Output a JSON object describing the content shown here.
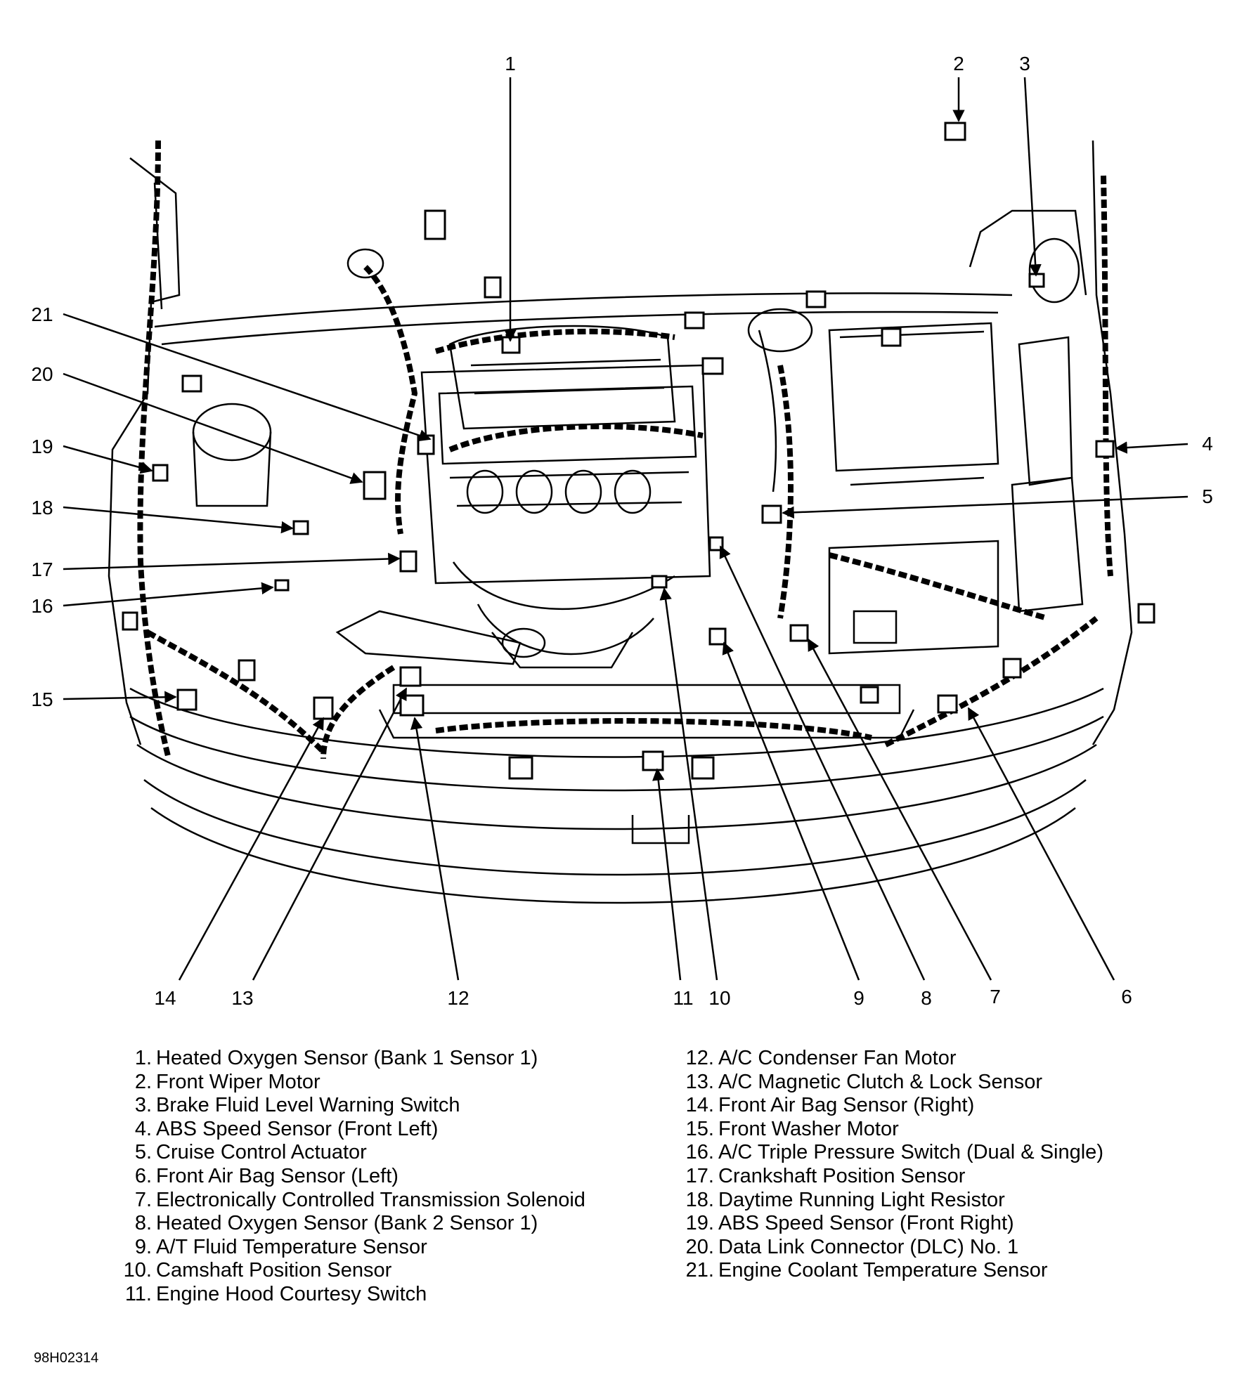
{
  "callouts": [
    "1",
    "2",
    "3",
    "4",
    "5",
    "6",
    "7",
    "8",
    "9",
    "10",
    "11",
    "12",
    "13",
    "14",
    "15",
    "16",
    "17",
    "18",
    "19",
    "20",
    "21"
  ],
  "legend": {
    "left": [
      {
        "num": "1.",
        "text": "Heated Oxygen Sensor (Bank 1 Sensor 1)"
      },
      {
        "num": "2.",
        "text": "Front Wiper Motor"
      },
      {
        "num": "3.",
        "text": "Brake Fluid Level Warning Switch"
      },
      {
        "num": "4.",
        "text": "ABS Speed Sensor (Front Left)"
      },
      {
        "num": "5.",
        "text": "Cruise Control Actuator"
      },
      {
        "num": "6.",
        "text": "Front Air Bag Sensor (Left)"
      },
      {
        "num": "7.",
        "text": "Electronically Controlled Transmission Solenoid"
      },
      {
        "num": "8.",
        "text": "Heated Oxygen Sensor (Bank 2 Sensor 1)"
      },
      {
        "num": "9.",
        "text": "A/T Fluid Temperature Sensor"
      },
      {
        "num": "10.",
        "text": "Camshaft Position Sensor"
      },
      {
        "num": "11.",
        "text": "Engine Hood Courtesy Switch"
      }
    ],
    "right": [
      {
        "num": "12.",
        "text": "A/C Condenser Fan Motor"
      },
      {
        "num": "13.",
        "text": "A/C Magnetic Clutch & Lock Sensor"
      },
      {
        "num": "14.",
        "text": "Front Air Bag Sensor (Right)"
      },
      {
        "num": "15.",
        "text": "Front Washer Motor"
      },
      {
        "num": "16.",
        "text": "A/C Triple Pressure Switch (Dual & Single)"
      },
      {
        "num": "17.",
        "text": "Crankshaft Position Sensor"
      },
      {
        "num": "18.",
        "text": "Daytime Running Light Resistor"
      },
      {
        "num": "19.",
        "text": "ABS Speed Sensor (Front Right)"
      },
      {
        "num": "20.",
        "text": "Data Link Connector (DLC) No. 1"
      },
      {
        "num": "21.",
        "text": "Engine Coolant Temperature Sensor"
      }
    ]
  },
  "figure_code": "98H02314"
}
